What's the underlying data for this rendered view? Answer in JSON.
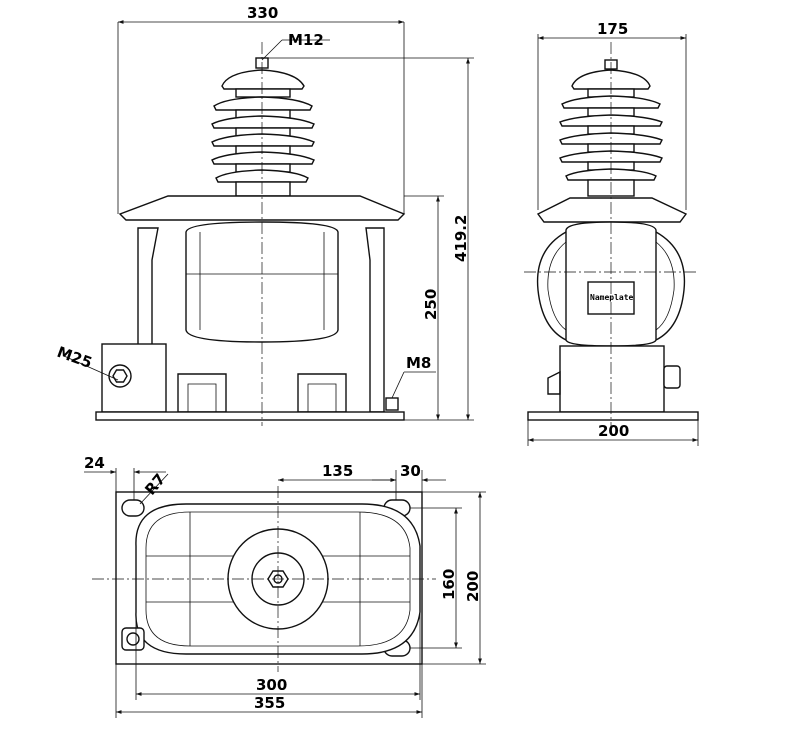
{
  "dimensions": {
    "front_width": "330",
    "side_width": "175",
    "total_height": "419.2",
    "body_height": "250",
    "side_base": "200",
    "top_offset_left": "24",
    "top_center_offset": "135",
    "top_offset_right": "30",
    "top_inner_height": "160",
    "top_outer_height": "200",
    "top_inner_width": "300",
    "top_outer_width": "355"
  },
  "callouts": {
    "terminal_thread": "M12",
    "secondary_thread": "M25",
    "ground_thread": "M8",
    "corner_radius": "R7"
  },
  "nameplate": "Nameplate"
}
